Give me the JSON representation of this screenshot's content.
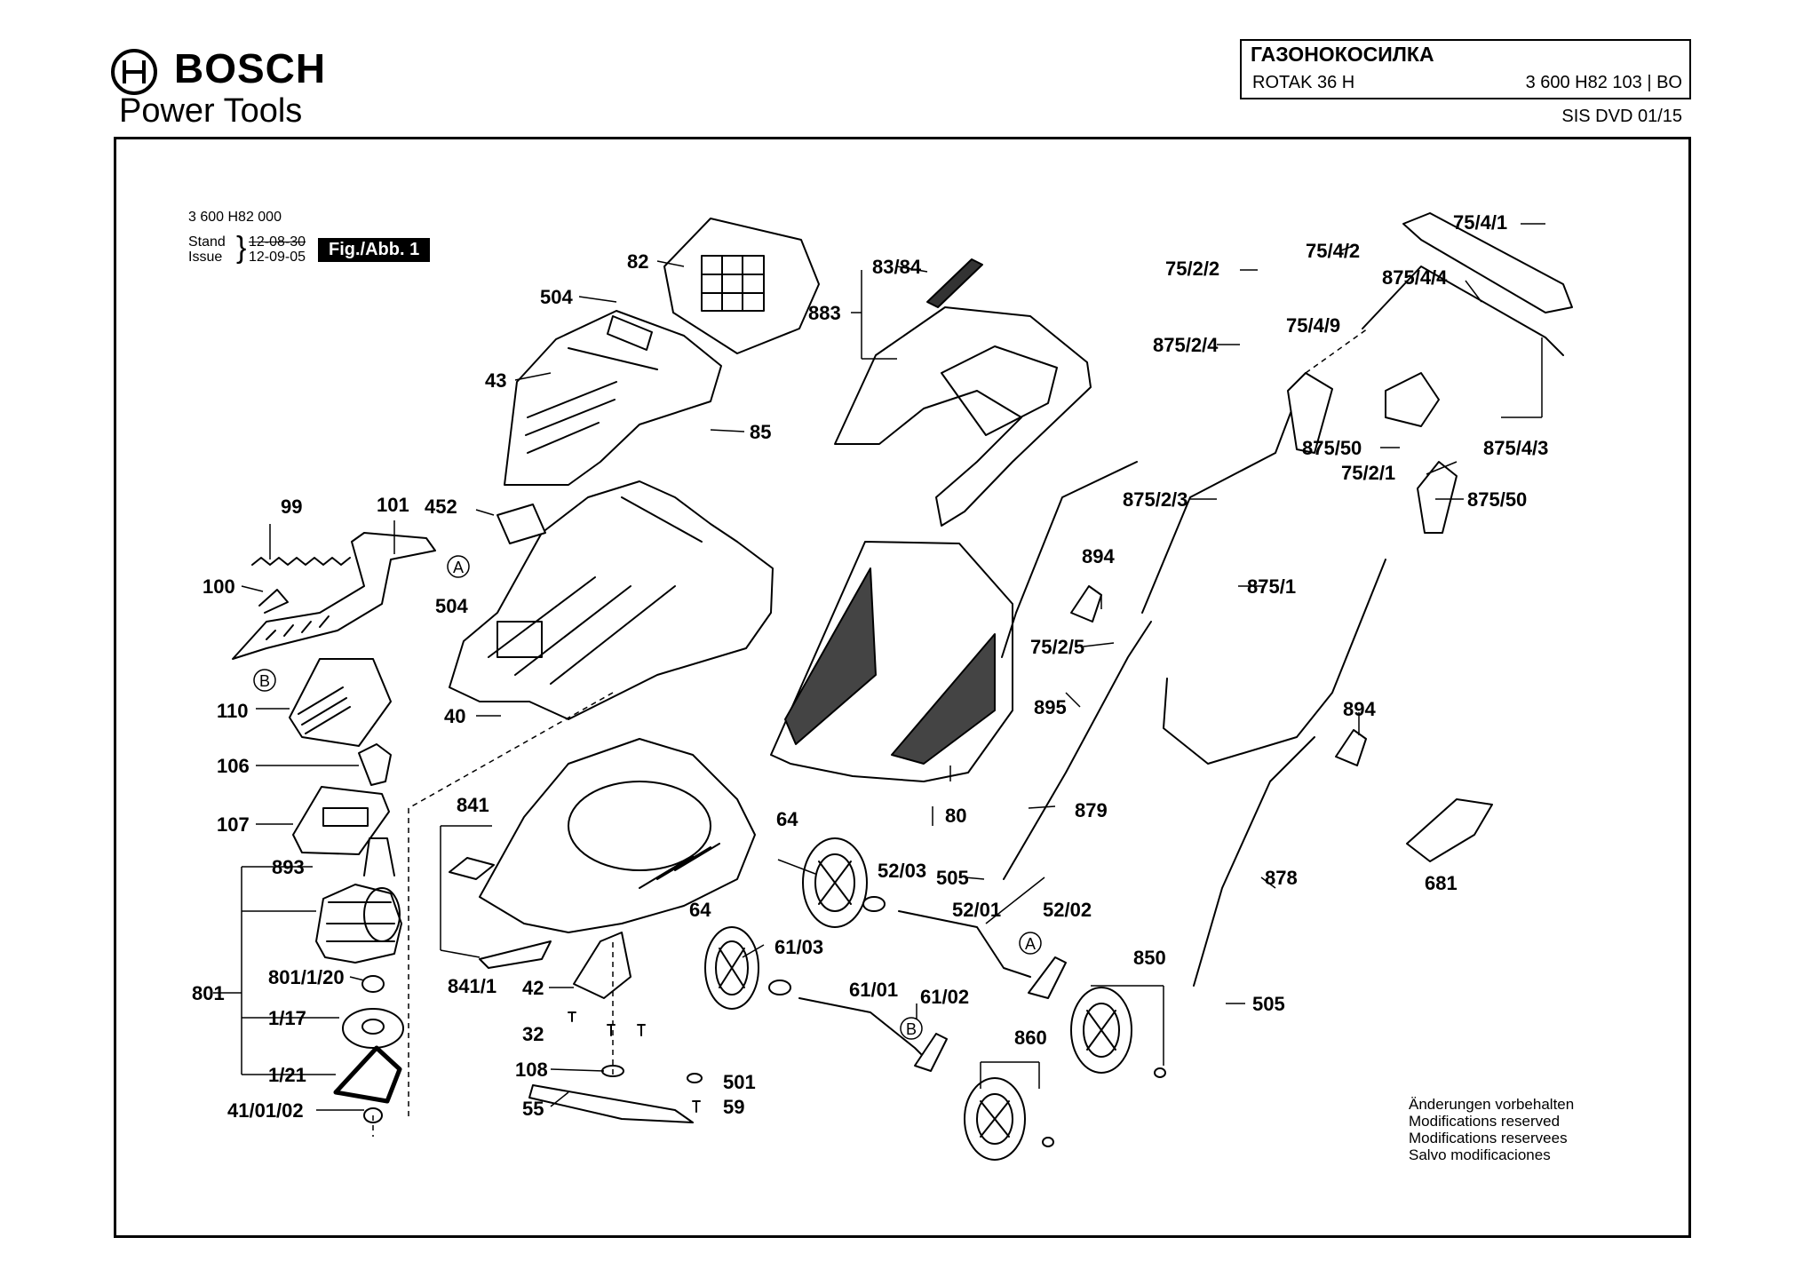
{
  "header": {
    "brand": "BOSCH",
    "brand_sub": "Power Tools",
    "title": "ГАЗОНОКОСИЛКА",
    "model": "ROTAK 36 H",
    "part_number": "3 600 H82 103 | BO",
    "sis": "SIS DVD 01/15"
  },
  "sheet": {
    "doc_number": "3 600 H82 000",
    "stand_label": "Stand",
    "issue_label": "Issue",
    "stand_date": "12-08-30",
    "issue_date": "12-09-05",
    "figure_label": "Fig./Abb. 1"
  },
  "callouts": {
    "c82": "82",
    "c504a": "504",
    "c43": "43",
    "c85": "85",
    "c83_84": "83/84",
    "c883": "883",
    "c99": "99",
    "c101": "101",
    "c452": "452",
    "c100": "100",
    "cA1": "A",
    "c504b": "504",
    "cB1": "B",
    "c110": "110",
    "c40": "40",
    "c106": "106",
    "c107": "107",
    "c841": "841",
    "c893": "893",
    "c801": "801",
    "c801_1_20": "801/1/20",
    "c1_17": "1/17",
    "c1_21": "1/21",
    "c41_01_02": "41/01/02",
    "c841_1": "841/1",
    "c42": "42",
    "c32": "32",
    "c108": "108",
    "c55": "55",
    "c501": "501",
    "c59": "59",
    "c64a": "64",
    "c64b": "64",
    "c52_03": "52/03",
    "c61_03": "61/03",
    "c505a": "505",
    "c52_01": "52/01",
    "c52_02": "52/02",
    "cA2": "A",
    "c61_01": "61/01",
    "c61_02": "61/02",
    "cB2": "B",
    "c860": "860",
    "c850": "850",
    "c80": "80",
    "c75_2_2": "75/2/2",
    "c875_2_4": "875/2/4",
    "c75_4_2": "75/4/2",
    "c75_4_1": "75/4/1",
    "c875_4_4": "875/4/4",
    "c75_4_9": "75/4/9",
    "c875_50a": "875/50",
    "c75_2_1": "75/2/1",
    "c875_4_3": "875/4/3",
    "c875_50b": "875/50",
    "c875_2_3": "875/2/3",
    "c894a": "894",
    "c875_1": "875/1",
    "c75_2_5": "75/2/5",
    "c895": "895",
    "c894b": "894",
    "c879": "879",
    "c878": "878",
    "c681": "681",
    "c505b": "505"
  },
  "notes": [
    "Änderungen vorbehalten",
    "Modifications reserved",
    "Modifications reservees",
    "Salvo modificaciones"
  ]
}
